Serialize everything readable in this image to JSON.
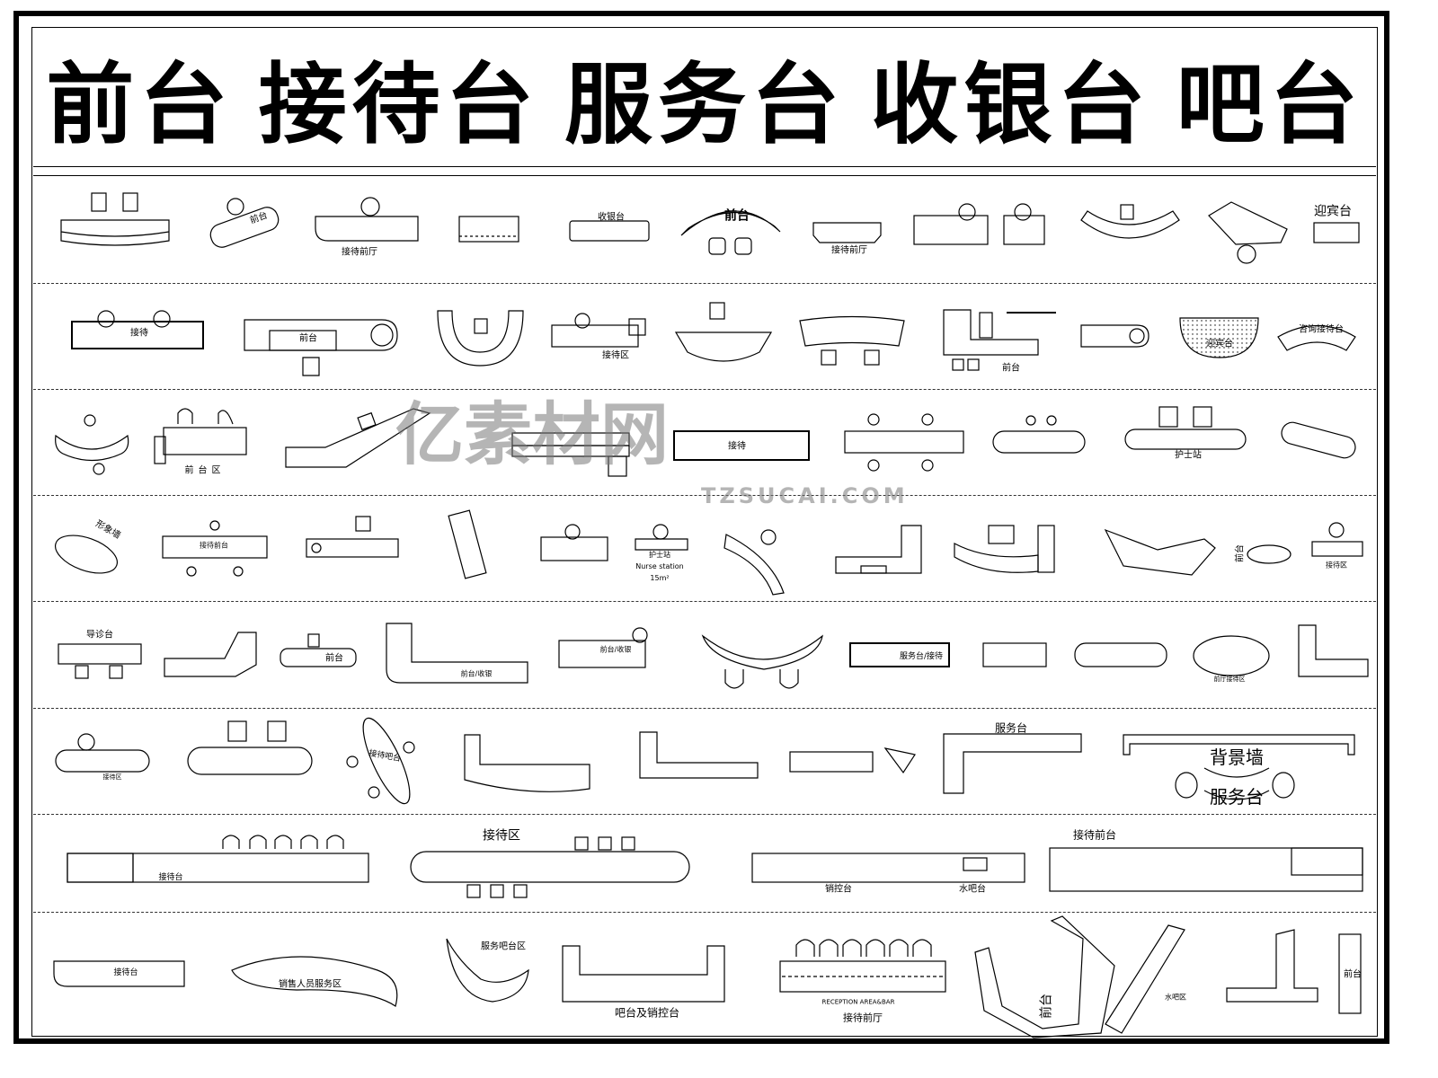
{
  "title": {
    "words": [
      "前台",
      "接待台",
      "服务台",
      "收银台",
      "吧台"
    ]
  },
  "watermark": {
    "logo_text": "亿素材网",
    "url_text": "TZSUCAI.COM"
  },
  "rows": [
    {
      "labels": [
        "前台",
        "接待前厅",
        "收银台",
        "前台",
        "接待前厅",
        "迎宾台"
      ]
    },
    {
      "labels": [
        "接待",
        "前台",
        "接待区",
        "前台",
        "迎宾台",
        "咨询接待台"
      ]
    },
    {
      "labels": [
        "前台区",
        "接待",
        "护士站"
      ]
    },
    {
      "labels": [
        "形象墙",
        "接待前台",
        "护士站",
        "Nurse station",
        "15m²",
        "前台",
        "接待区"
      ]
    },
    {
      "labels": [
        "导诊台",
        "前台",
        "前台/收银",
        "前台/收银",
        "服务台/接待",
        "前厅接待区"
      ]
    },
    {
      "labels": [
        "接待区",
        "接待吧台",
        "服务台",
        "背景墙",
        "服务台"
      ]
    },
    {
      "labels": [
        "接待台",
        "接待区",
        "销控台",
        "水吧台",
        "接待前台"
      ]
    },
    {
      "labels": [
        "接待台",
        "销售人员服务区",
        "服务吧台区",
        "吧台及销控台",
        "RECEPTION AREA&BAR",
        "接待前厅",
        "前台",
        "水吧区",
        "前台"
      ]
    }
  ],
  "colors": {
    "line": "#000000",
    "watermark": "#8c8c8c",
    "background": "#ffffff"
  }
}
